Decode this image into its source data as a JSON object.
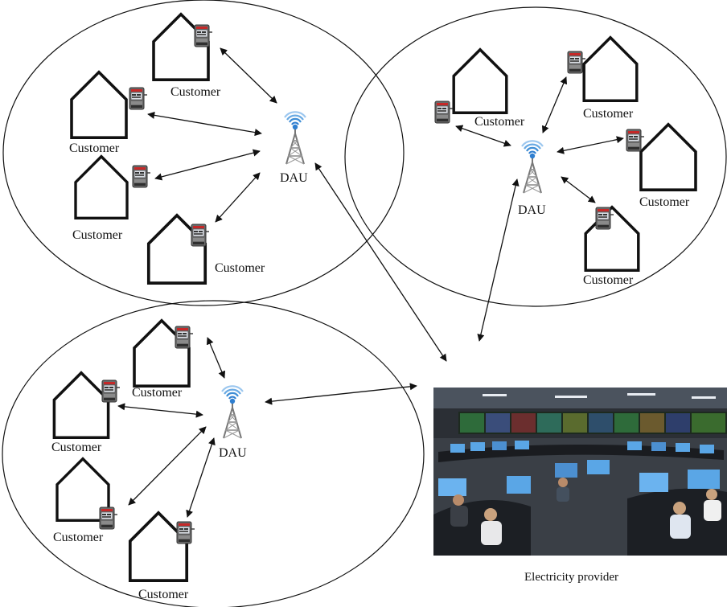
{
  "labels": {
    "customer": "Customer",
    "dau": "DAU",
    "provider": "Electricity provider"
  },
  "icons": {
    "meter": "smart-meter-icon",
    "tower": "antenna-tower-icon",
    "control_room": "control-room-photo"
  },
  "colors": {
    "line": "#111111",
    "antenna_blue": "#2f7fd0",
    "meter_red": "#c62828"
  }
}
